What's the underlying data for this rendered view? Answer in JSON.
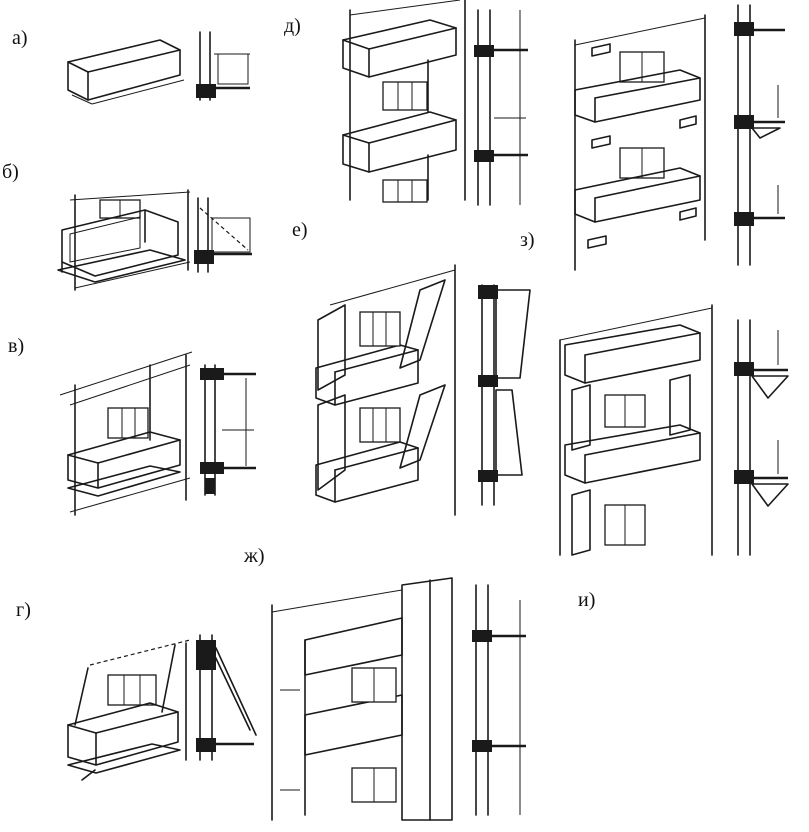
{
  "figure": {
    "labels": {
      "a": "а)",
      "b": "б)",
      "v": "в)",
      "g": "г)",
      "d": "д)",
      "e": "е)",
      "zh": "ж)",
      "z": "з)",
      "i": "и)"
    }
  }
}
